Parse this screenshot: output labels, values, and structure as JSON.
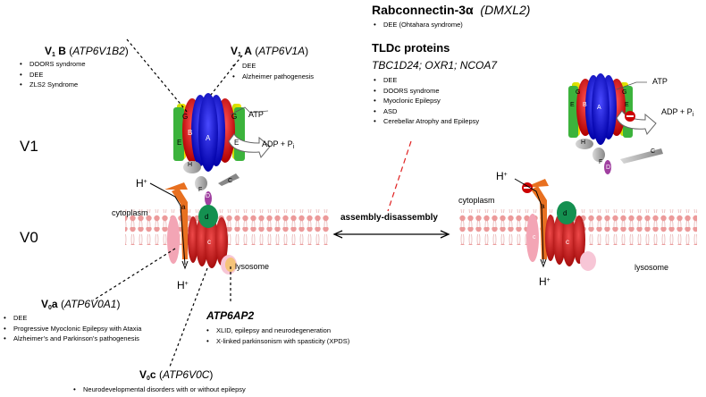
{
  "v1b": {
    "prefix": "V",
    "sub": "1",
    "letter": "B",
    "gene": "ATP6V1B2",
    "items": [
      "DOORS syndrome",
      "DEE",
      "ZLS2 Syndrome"
    ]
  },
  "v1a": {
    "prefix": "V",
    "sub": "1",
    "letter": "A",
    "gene": "ATP6V1A",
    "items": [
      "DEE",
      "Alzheimer pathogenesis"
    ]
  },
  "rabconnectin": {
    "name": "Rabconnectin-3α",
    "gene": "DMXL2",
    "items": [
      "DEE (Ohtahara syndrome)"
    ]
  },
  "tldc": {
    "title": "TLDc proteins",
    "genes": "TBC1D24; OXR1; NCOA7",
    "items": [
      "DEE",
      "DOORS syndrome",
      "Myoclonic Epilepsy",
      "ASD",
      "Cerebellar Atrophy and Epilepsy"
    ]
  },
  "v0a": {
    "prefix": "V",
    "sub": "0",
    "letter": "a",
    "gene": "ATP6V0A1",
    "items": [
      "DEE",
      "Progressive Myoclonic  Epilepsy with Ataxia",
      "Alzheimer’s and Parkinson’s pathogenesis"
    ]
  },
  "atp6ap2": {
    "name": "ATP6AP2",
    "items": [
      "XLID, epilepsy and neurodegeneration",
      "X-linked parkinsonism with spasticity (XPDS)"
    ]
  },
  "v0c": {
    "prefix": "V",
    "sub": "0",
    "letter": "c",
    "gene": "ATP6V0C",
    "items": [
      "Neurodevelopmental disorders with or without epilepsy"
    ]
  },
  "diagram": {
    "domain_v1": "V1",
    "domain_v0": "V0",
    "cytoplasm": "cytoplasm",
    "lysosome": "lysosome",
    "proton": "H",
    "proton_charge": "+",
    "atp": "ATP",
    "adp": "ADP + P",
    "adp_sub": "i",
    "assembly": "assembly-disassembly",
    "subunits": {
      "A": "A",
      "B": "B",
      "E": "E",
      "G": "G",
      "H": "H",
      "C": "C",
      "F": "F",
      "D": "D",
      "a": "a",
      "d": "d",
      "c": "c"
    }
  },
  "colors": {
    "subunit_A": "#1010d0",
    "subunit_B": "#e01010",
    "subunit_E": "#22aa22",
    "subunit_G": "#e8d000",
    "subunit_a": "#e87020",
    "subunit_d": "#149050",
    "subunit_c": "#cc1a1a",
    "subunit_D": "#a040a0",
    "membrane": "#e8a5a5",
    "red_dash": "#e02020",
    "inhibit": "#cc0000"
  }
}
